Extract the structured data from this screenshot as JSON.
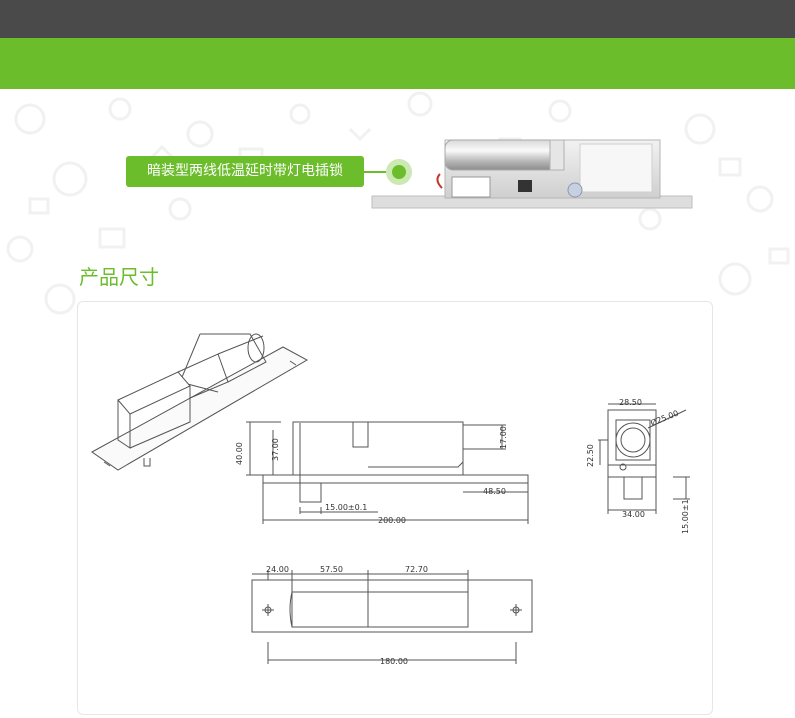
{
  "banner": {
    "top_color": "#4a4a4a",
    "accent_color": "#6bbd2b"
  },
  "product": {
    "label": "暗装型两线低温延时带灯电插锁"
  },
  "section": {
    "title": "产品尺寸"
  },
  "drawing": {
    "side_view": {
      "overall_height": "40.00",
      "body_height": "37.00",
      "bolt_height": "17.00",
      "bolt_offset": "48.50",
      "bolt_width": "15.00±0.1",
      "total_length": "200.00"
    },
    "end_view": {
      "width_top": "28.50",
      "bolt_diameter": "Ø25.00",
      "center_height": "22.50",
      "base_width": "34.00",
      "bolt_depth": "15.00±1"
    },
    "top_view": {
      "segment_1": "24.00",
      "segment_2": "57.50",
      "segment_3": "72.70",
      "hole_spacing": "180.00"
    }
  }
}
